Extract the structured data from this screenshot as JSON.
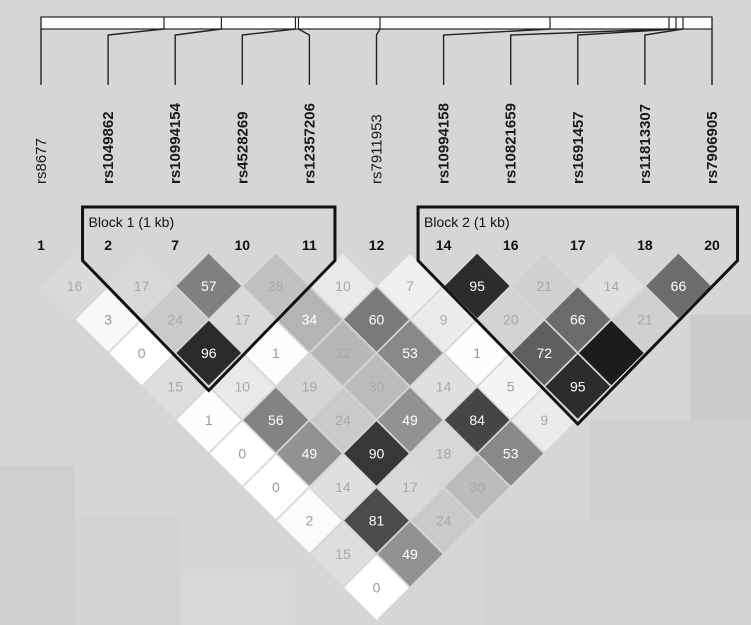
{
  "snps": [
    {
      "name": "rs8677",
      "index": "1",
      "bold": false,
      "pos": 0.0
    },
    {
      "name": "rs1049862",
      "index": "2",
      "bold": true,
      "pos": 0.1833
    },
    {
      "name": "rs10994154",
      "index": "7",
      "bold": true,
      "pos": 0.2688
    },
    {
      "name": "rs4528269",
      "index": "10",
      "bold": true,
      "pos": 0.3792
    },
    {
      "name": "rs12357206",
      "index": "11",
      "bold": true,
      "pos": 0.3837
    },
    {
      "name": "rs7911953",
      "index": "12",
      "bold": false,
      "pos": 0.5052
    },
    {
      "name": "rs10994158",
      "index": "14",
      "bold": true,
      "pos": 0.7586
    },
    {
      "name": "rs10821659",
      "index": "16",
      "bold": true,
      "pos": 0.9359
    },
    {
      "name": "rs1691457",
      "index": "17",
      "bold": true,
      "pos": 0.9464
    },
    {
      "name": "rs11813307",
      "index": "18",
      "bold": true,
      "pos": 0.9568
    },
    {
      "name": "rs7906905",
      "index": "20",
      "bold": true,
      "pos": 1.0
    }
  ],
  "blocks": [
    {
      "label": "Block 1 (1 kb)",
      "start": 1,
      "end": 4
    },
    {
      "label": "Block 2 (1 kb)",
      "start": 6,
      "end": 10
    }
  ],
  "ld_values": [
    [
      null,
      "16",
      "3",
      "0",
      "15",
      "1",
      "0",
      "0",
      "2",
      "15",
      "0"
    ],
    [
      null,
      null,
      "17",
      "24",
      "96",
      "10",
      "56",
      "49",
      "14",
      "81",
      "49"
    ],
    [
      null,
      null,
      null,
      "57",
      "17",
      "1",
      "19",
      "24",
      "90",
      "17",
      "24"
    ],
    [
      null,
      null,
      null,
      null,
      "28",
      "34",
      "32",
      "30",
      "49",
      "18",
      "30"
    ],
    [
      null,
      null,
      null,
      null,
      null,
      "10",
      "60",
      "53",
      "14",
      "84",
      "53"
    ],
    [
      null,
      null,
      null,
      null,
      null,
      null,
      "7",
      "9",
      "1",
      "5",
      "9"
    ],
    [
      null,
      null,
      null,
      null,
      null,
      null,
      null,
      "95",
      "20",
      "72",
      "95"
    ],
    [
      null,
      null,
      null,
      null,
      null,
      null,
      null,
      null,
      "21",
      "66",
      ""
    ],
    [
      null,
      null,
      null,
      null,
      null,
      null,
      null,
      null,
      null,
      "14",
      "21"
    ],
    [
      null,
      null,
      null,
      null,
      null,
      null,
      null,
      null,
      null,
      null,
      "66"
    ]
  ]
}
